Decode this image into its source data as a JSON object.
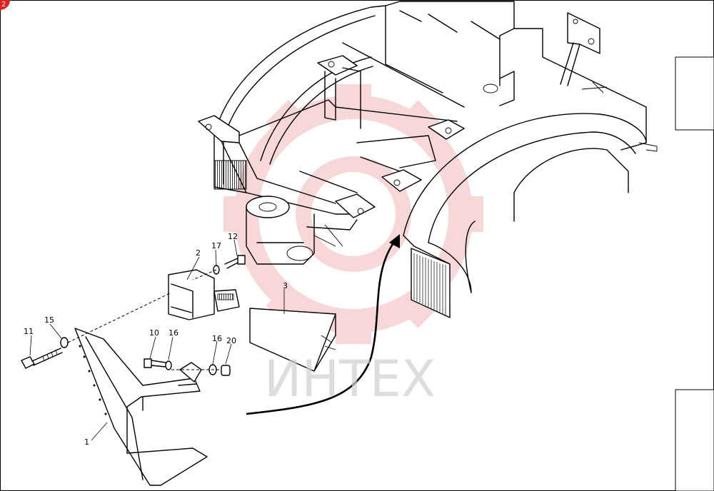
{
  "badge": {
    "label": "2",
    "color": "#e0201c"
  },
  "watermark": {
    "text": "ИНТЕХ",
    "gear_color": "#f2b8b8",
    "text_color": "#cfcfcf"
  },
  "callouts": [
    {
      "id": "c1",
      "text": "1"
    },
    {
      "id": "c2",
      "text": "2"
    },
    {
      "id": "c3",
      "text": "3"
    },
    {
      "id": "c10",
      "text": "10"
    },
    {
      "id": "c11",
      "text": "11"
    },
    {
      "id": "c12",
      "text": "12"
    },
    {
      "id": "c15",
      "text": "15"
    },
    {
      "id": "c16a",
      "text": "16"
    },
    {
      "id": "c16b",
      "text": "16"
    },
    {
      "id": "c17",
      "text": "17"
    },
    {
      "id": "c20",
      "text": "20"
    }
  ]
}
